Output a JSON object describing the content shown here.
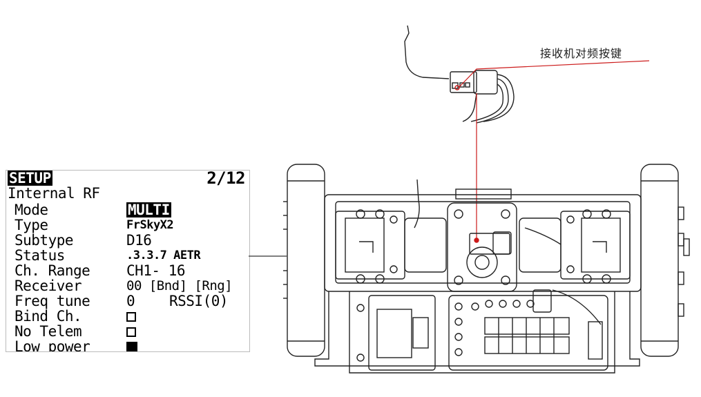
{
  "callout": {
    "label": "接收机对频按键",
    "color": "#cc1a1a"
  },
  "lcd": {
    "header": "SETUP",
    "page": "2/12",
    "section": "Internal RF",
    "rows": [
      {
        "label": "Mode",
        "value": "MULTI"
      },
      {
        "label": "Type",
        "value": "FrSkyX2"
      },
      {
        "label": "Subtype",
        "value": "D16"
      },
      {
        "label": "Status",
        "value": ".3.3.7 AETR"
      },
      {
        "label": "Ch. Range",
        "value": "CH1- 16"
      },
      {
        "label": "Receiver",
        "value": "00 [Bnd] [Rng]"
      },
      {
        "label": "Freq tune",
        "value": "0",
        "extra": "RSSI(0)"
      },
      {
        "label": "Bind Ch.",
        "value": "unchecked"
      },
      {
        "label": "No Telem",
        "value": "unchecked"
      },
      {
        "label": "Low power",
        "value": "checked"
      }
    ]
  }
}
